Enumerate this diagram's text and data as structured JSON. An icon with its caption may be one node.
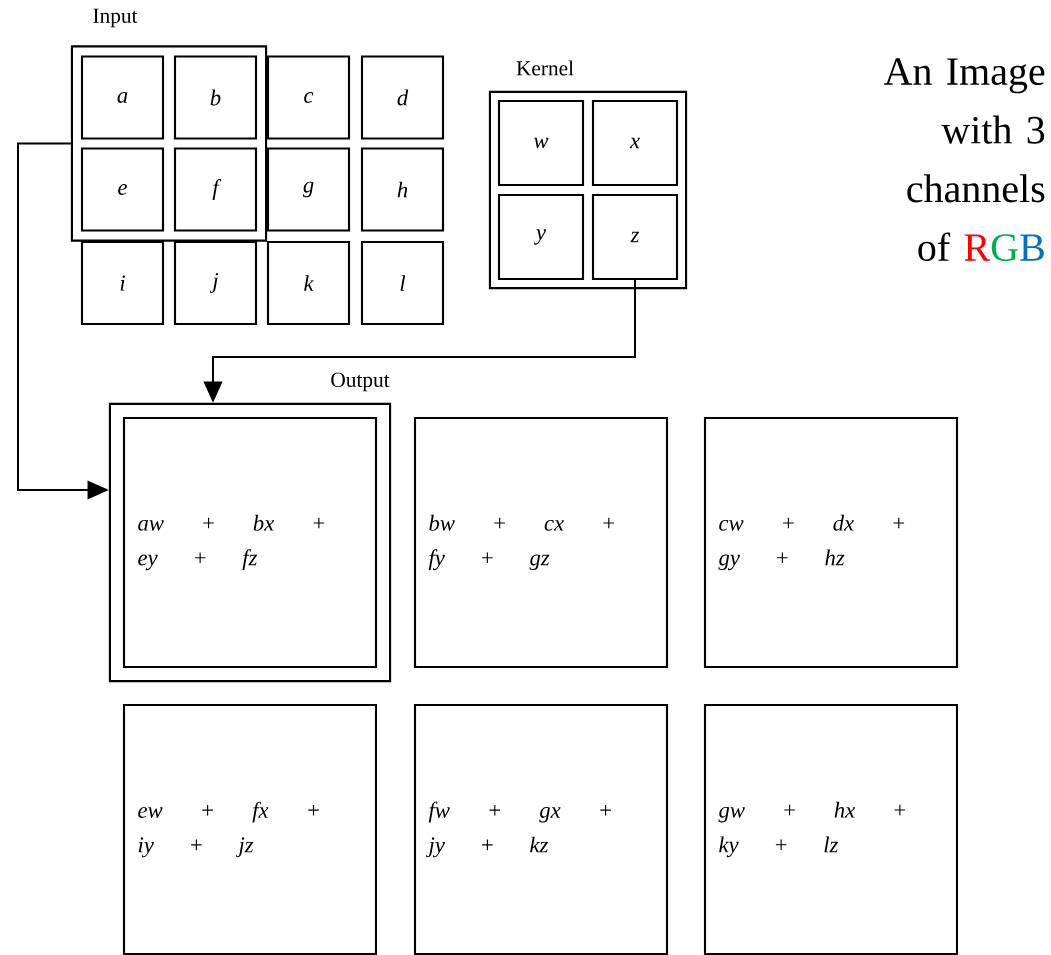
{
  "diagram": {
    "nodes": [
      {
        "text": [
          "Input"
        ]
      },
      {
        "text": [
          "a"
        ],
        "in": 0
      },
      {
        "text": [
          "b"
        ],
        "in": 0
      },
      {
        "text": [
          "c"
        ]
      },
      {
        "text": [
          "d"
        ]
      },
      {
        "text": [
          "e"
        ],
        "in": 0
      },
      {
        "text": [
          "f"
        ],
        "in": 0
      },
      {
        "text": [
          "g"
        ]
      },
      {
        "text": [
          "h"
        ]
      },
      {
        "text": [
          "i"
        ]
      },
      {
        "text": [
          "j"
        ]
      },
      {
        "text": [
          "k"
        ]
      },
      {
        "text": [
          "l"
        ]
      },
      {
        "text": [
          "Kernel"
        ]
      },
      {
        "text": [
          "w"
        ],
        "in": 13
      },
      {
        "text": [
          "x"
        ],
        "in": 13
      },
      {
        "text": [
          "y"
        ],
        "in": 13
      },
      {
        "text": [
          "z"
        ],
        "in": 13
      },
      {
        "text": [
          "Output"
        ]
      },
      {
        "text": [
          "aw + bx + ey + fz"
        ],
        "in": 18
      },
      {
        "text": [
          "bw + cx + fy + gz"
        ]
      },
      {
        "text": [
          "cw + dx + gy + hz"
        ]
      },
      {
        "text": [
          "ew + fx + iy + jz"
        ]
      },
      {
        "text": [
          "fw + gx + jy + kz"
        ]
      },
      {
        "text": [
          "gw + hx + ky + lz"
        ]
      }
    ],
    "edges": [
      {
        "from": 0,
        "to": 18,
        "arrow": "to"
      },
      {
        "from": 17,
        "to": 18,
        "arrow": "to"
      }
    ],
    "labels": [
      "An Image with 3 channels of",
      "R",
      "G",
      "B"
    ]
  }
}
